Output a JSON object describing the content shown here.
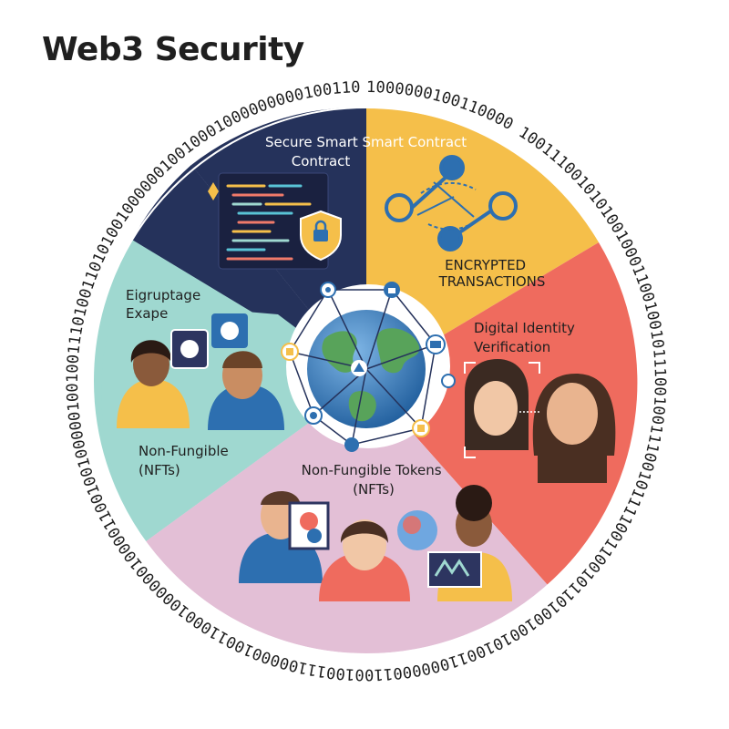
{
  "title": "Web3 Security",
  "binary_ring": "1000000100110000 10011100101010010001100100101110010011100101111001100101101001001010011000000110010011100000100110001000000100001100100100000100100111010011010100100000010010001000000000100110",
  "segments": [
    {
      "id": "smart-contract",
      "lines": [
        "Secure Smart Smart Contract",
        "Contract"
      ],
      "color": "#25325b"
    },
    {
      "id": "encrypted",
      "lines": [
        "ENCRYPTED",
        "TRANSACTIONS"
      ],
      "color": "#f5bf4a"
    },
    {
      "id": "identity",
      "lines": [
        "Digital Identity",
        "Verification"
      ],
      "color": "#ef6b5e"
    },
    {
      "id": "nft-bottom",
      "lines": [
        "Non-Fungible Tokens",
        "(NFTs)"
      ],
      "color": "#e3bfd6"
    },
    {
      "id": "nft-left",
      "lines": [
        "Non-Fungible",
        "(NFTs)"
      ],
      "color": "#9fd8d0"
    }
  ],
  "left_top_label": [
    "Eigruptage",
    "Exape"
  ],
  "icon_badges": [
    "fingerprint-icon",
    "lock-icon",
    "wallet-icon",
    "cube-icon",
    "person-icon",
    "shield-icon",
    "bank-icon",
    "link-icon"
  ],
  "colors": {
    "navy": "#25325b",
    "yellow": "#f5bf4a",
    "coral": "#ef6b5e",
    "pink": "#e3bfd6",
    "teal": "#9fd8d0",
    "blue": "#2d6fb0",
    "ocean": "#3a7dc0"
  }
}
